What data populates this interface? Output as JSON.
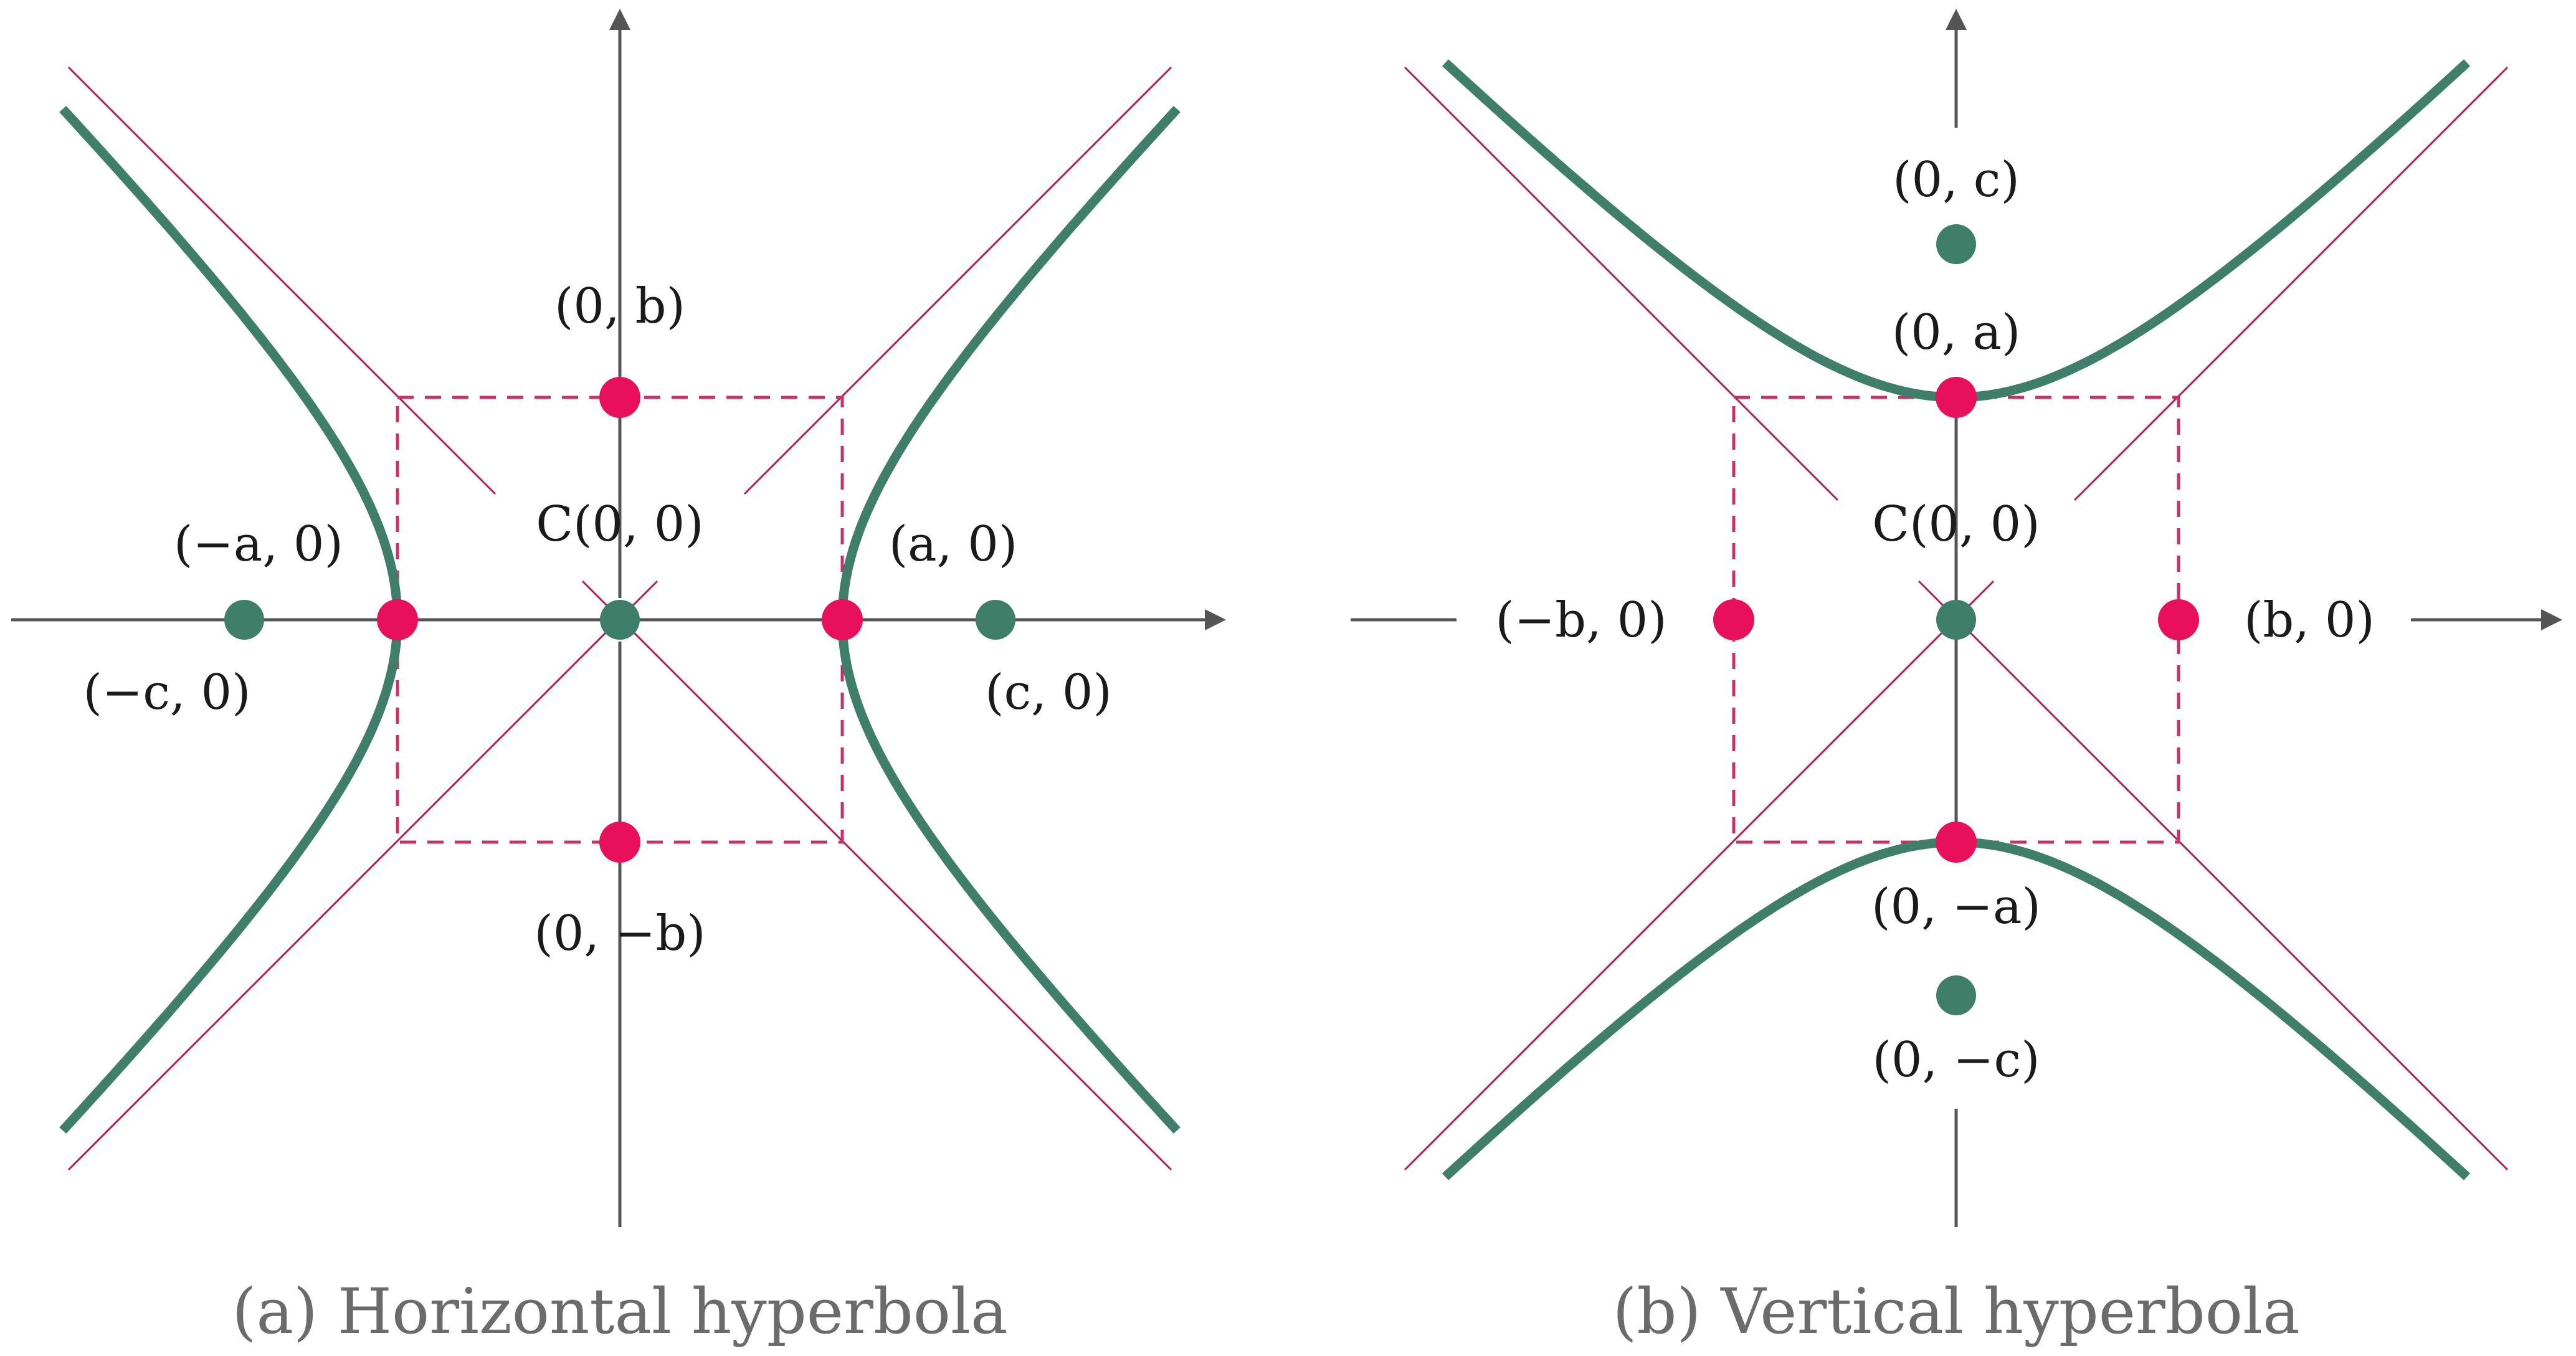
{
  "colors": {
    "curve": "#3f7f6a",
    "vertex_point": "#e8105a",
    "focus_point": "#3f7f6a",
    "asymptote": "#b0205a",
    "axis": "#555555",
    "caption": "#6b6b6b"
  },
  "panel_a": {
    "caption": "(a) Horizontal hyperbola",
    "labels": {
      "center": "C(0, 0)",
      "vertex_left": "(−a, 0)",
      "vertex_right": "(a, 0)",
      "covertex_top": "(0, b)",
      "covertex_bottom": "(0, −b)",
      "focus_left": "(−c, 0)",
      "focus_right": "(c, 0)"
    }
  },
  "panel_b": {
    "caption": "(b) Vertical hyperbola",
    "labels": {
      "center": "C(0, 0)",
      "vertex_top": "(0, a)",
      "vertex_bottom": "(0, −a)",
      "covertex_left": "(−b, 0)",
      "covertex_right": "(b, 0)",
      "focus_top": "(0, c)",
      "focus_bottom": "(0, −c)"
    }
  }
}
